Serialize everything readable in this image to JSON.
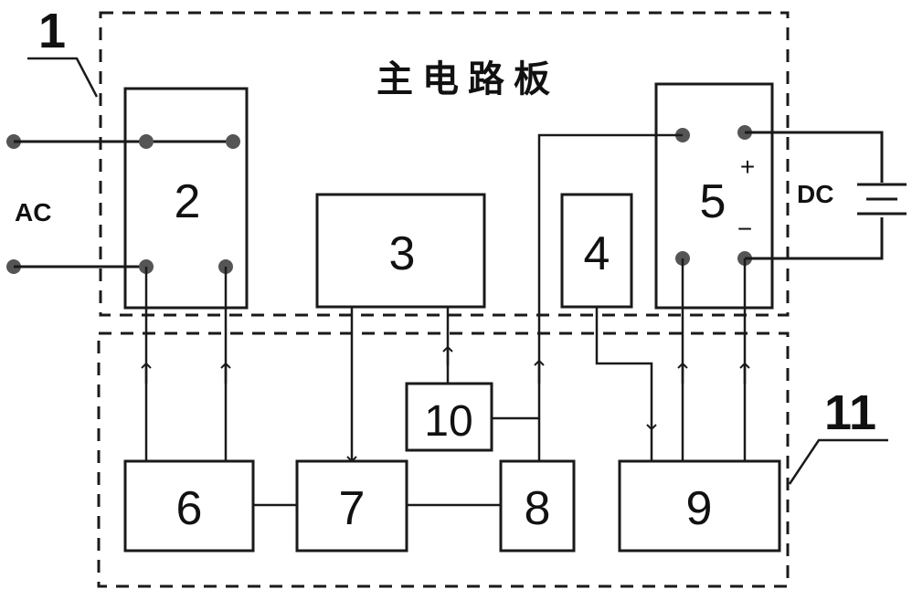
{
  "title": "主电路板",
  "markers": {
    "board1": "1",
    "board11": "11"
  },
  "terminals": {
    "ac": "AC",
    "dc": "DC",
    "plus": "+",
    "minus": "−"
  },
  "blocks": {
    "b2": "2",
    "b3": "3",
    "b4": "4",
    "b5": "5",
    "b6": "6",
    "b7": "7",
    "b8": "8",
    "b9": "9",
    "b10": "10"
  },
  "colors": {
    "line": "#1a1a1a",
    "dot": "#555555",
    "background": "#ffffff"
  }
}
